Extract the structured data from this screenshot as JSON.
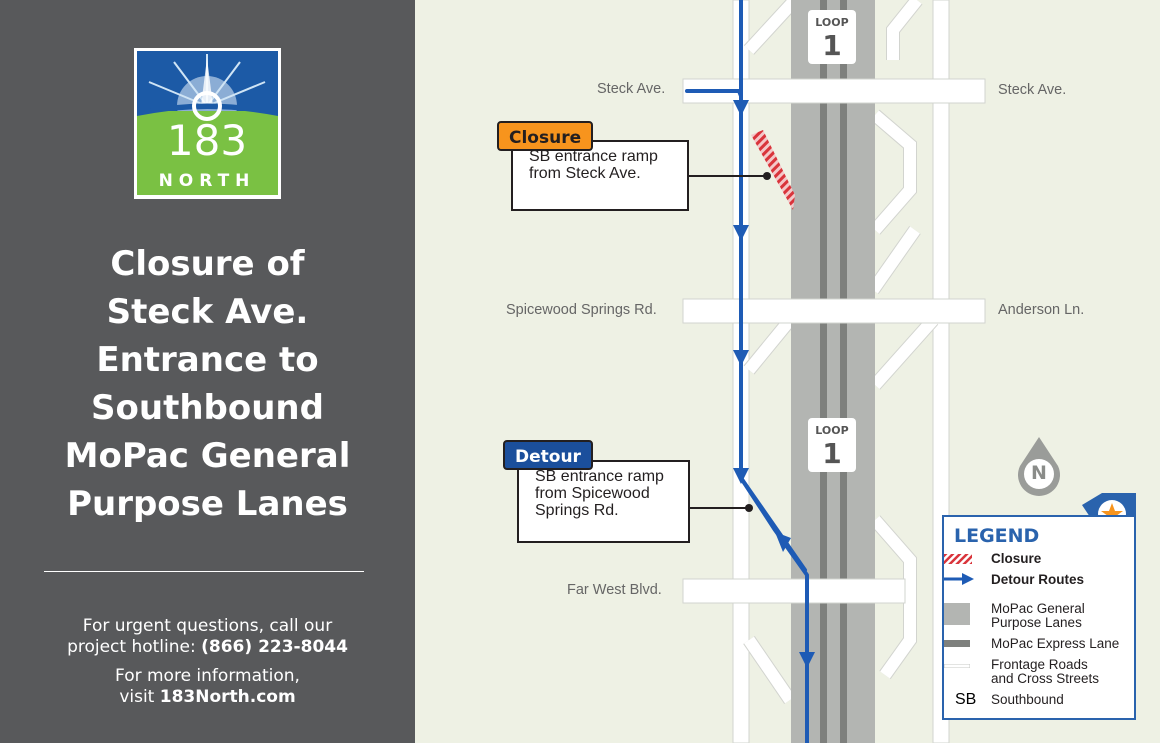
{
  "logo": {
    "number": "183",
    "word": "NORTH"
  },
  "title_lines": [
    "Closure of",
    "Steck Ave.",
    "Entrance to",
    "Southbound",
    "MoPac General",
    "Purpose Lanes"
  ],
  "contact": {
    "hotline_line1": "For urgent questions, call our",
    "hotline_prefix": "project hotline:",
    "hotline_number": "(866) 223-8044",
    "info_line1": "For more information,",
    "info_prefix": "visit",
    "info_url": "183North.com"
  },
  "map": {
    "streets": {
      "steck_left": "Steck Ave.",
      "steck_right": "Steck Ave.",
      "spicewood": "Spicewood Springs Rd.",
      "anderson": "Anderson Ln.",
      "far_west": "Far West Blvd."
    },
    "shields": [
      {
        "top": "LOOP",
        "number": "1"
      },
      {
        "top": "LOOP",
        "number": "1"
      }
    ],
    "closure": {
      "tag": "Closure",
      "text_line1": "SB entrance ramp",
      "text_line2": "from Steck Ave."
    },
    "detour": {
      "tag": "Detour",
      "text_line1": "SB entrance ramp",
      "text_line2": "from Spicewood",
      "text_line3": "Springs Rd."
    },
    "north_label": "N",
    "legend": {
      "title": "LEGEND",
      "closure": "Closure",
      "detour": "Detour Routes",
      "general_line1": "MoPac General",
      "general_line2": "Purpose Lanes",
      "express": "MoPac Express Lane",
      "frontage_line1": "Frontage Roads",
      "frontage_line2": "and Cross Streets",
      "sb_abbr": "SB",
      "sb": "Southbound"
    }
  },
  "colors": {
    "panel_gray": "#58595b",
    "map_bg": "#eef1e4",
    "route_blue": "#1e5bb5",
    "closure_orange": "#f7941d",
    "closure_red": "#d9343b",
    "detour_navy": "#1b4f9c",
    "logo_green": "#7ac143",
    "logo_blue": "#1c5aa6"
  }
}
